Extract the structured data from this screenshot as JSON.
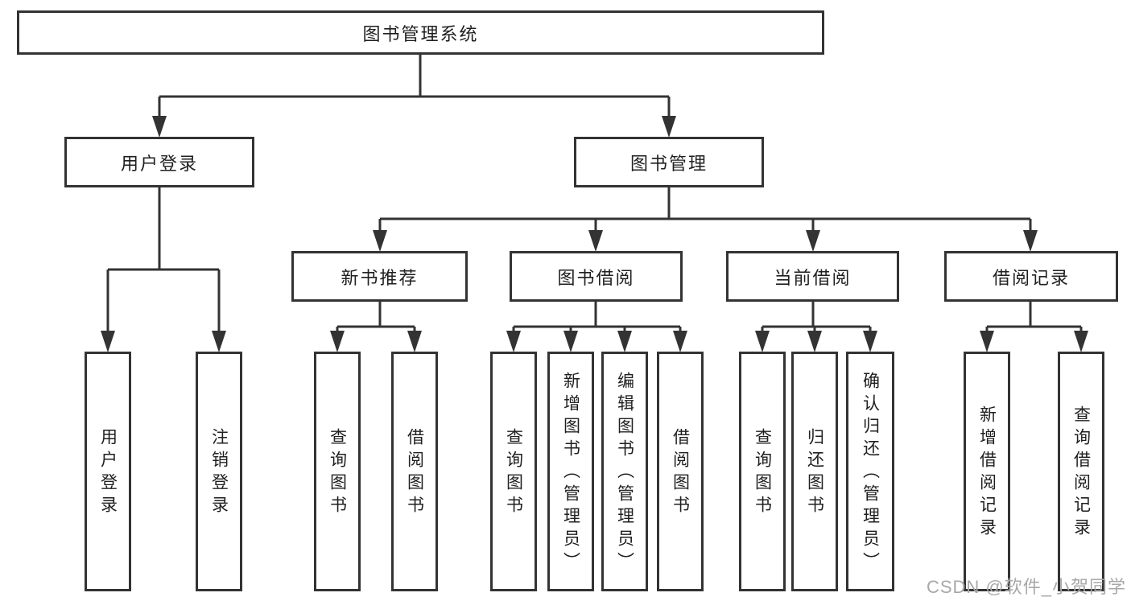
{
  "diagram_title": "图书管理系统",
  "tree": {
    "label": "图书管理系统",
    "children": [
      {
        "label": "用户登录",
        "children": [
          {
            "label": "用户登录"
          },
          {
            "label": "注销登录"
          }
        ]
      },
      {
        "label": "图书管理",
        "children": [
          {
            "label": "新书推荐",
            "children": [
              {
                "label": "查询图书"
              },
              {
                "label": "借阅图书"
              }
            ]
          },
          {
            "label": "图书借阅",
            "children": [
              {
                "label": "查询图书"
              },
              {
                "label": "新增图书（管理员）"
              },
              {
                "label": "编辑图书（管理员）"
              },
              {
                "label": "借阅图书"
              }
            ]
          },
          {
            "label": "当前借阅",
            "children": [
              {
                "label": "查询图书"
              },
              {
                "label": "归还图书"
              },
              {
                "label": "确认归还（管理员）"
              }
            ]
          },
          {
            "label": "借阅记录",
            "children": [
              {
                "label": "新增借阅记录"
              },
              {
                "label": "查询借阅记录"
              }
            ]
          }
        ]
      }
    ]
  },
  "watermark": "CSDN @软件_小贺同学",
  "colors": {
    "line": "#333333",
    "box_border": "#333333",
    "text": "#222222",
    "watermark": "#a8a8a8",
    "background": "#ffffff"
  }
}
